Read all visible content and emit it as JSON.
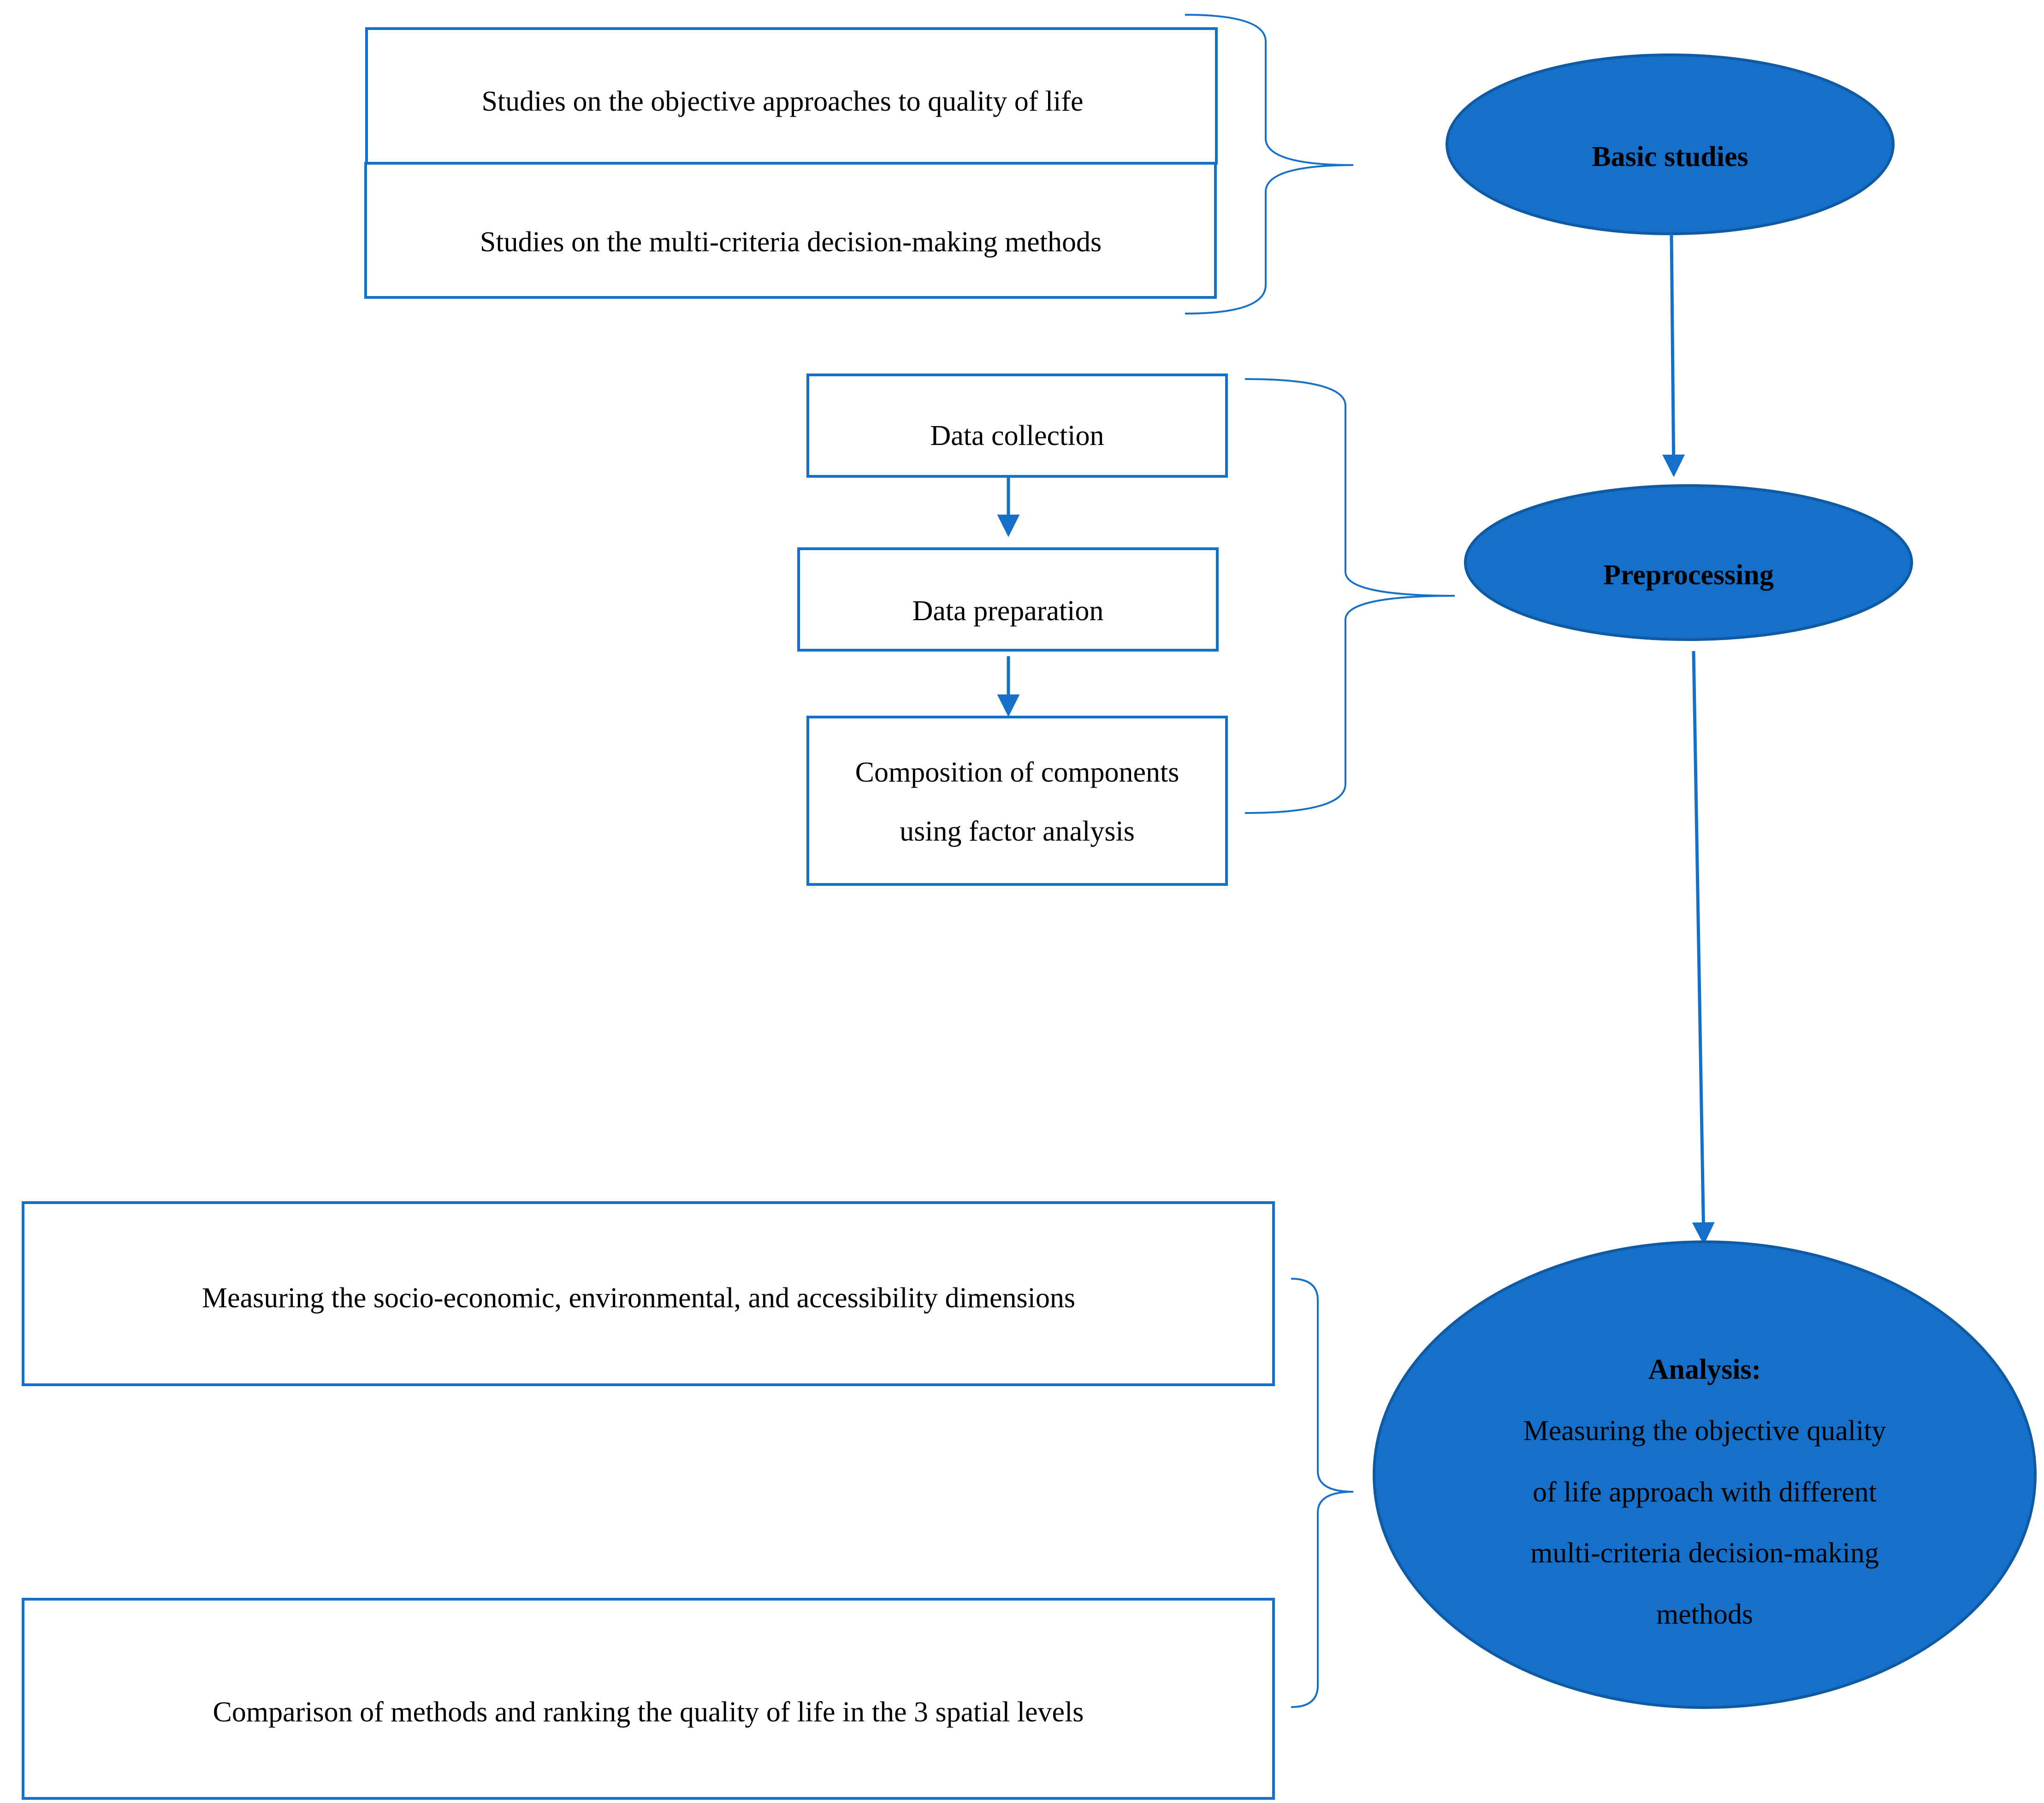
{
  "colors": {
    "accent": "#1570c9",
    "node_fill": "#1570c9",
    "node_stroke": "#0f5aa3",
    "text": "#000000",
    "background": "#ffffff"
  },
  "nodes": {
    "basic_studies": {
      "label": "Basic studies"
    },
    "preprocessing": {
      "label": "Preprocessing"
    },
    "analysis": {
      "title": "Analysis:",
      "lines": [
        "Measuring the objective quality",
        "of life approach with different",
        "multi-criteria decision-making",
        "methods"
      ]
    }
  },
  "boxes": {
    "objective_approaches": {
      "text": "Studies on the objective approaches to quality of life"
    },
    "mcdm_studies": {
      "text": "Studies on the multi-criteria decision-making methods"
    },
    "data_collection": {
      "text": "Data collection"
    },
    "data_preparation": {
      "text": "Data preparation"
    },
    "composition": {
      "lines": [
        "Composition of components",
        "using factor analysis"
      ]
    },
    "measuring_dimensions": {
      "text": "Measuring the socio-economic, environmental, and accessibility dimensions"
    },
    "comparison": {
      "text": "Comparison of methods and ranking the quality of life in the 3 spatial levels"
    }
  }
}
